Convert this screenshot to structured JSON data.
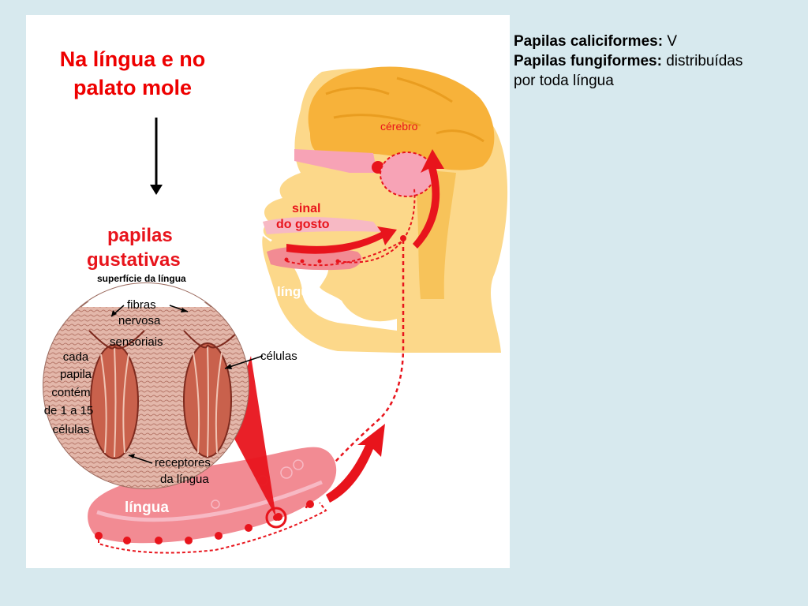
{
  "caption": "Na língua e no palato mole",
  "notes": [
    {
      "term": "Papilas caliciformes:",
      "text": " V"
    },
    {
      "term": "Papilas fungiformes:",
      "text": " distribuídas"
    },
    {
      "term": "",
      "text": "por toda língua"
    }
  ],
  "labels": {
    "cerebro": "cérebro",
    "sinal_line1": "sinal",
    "sinal_line2": "do gosto",
    "lingua_head": "língua",
    "papilas_line1": "papilas",
    "papilas_line2": "gustativas",
    "superficie": "superfície da língua",
    "fibras_line1": "fibras",
    "fibras_line2": "nervosa",
    "fibras_line3": "sensoriais",
    "celulas": "células",
    "cada_line1": "cada",
    "cada_line2": "papila",
    "cada_line3": "contém",
    "cada_line4": "de 1 a 15",
    "cada_line5": "células",
    "receptores_line1": "receptores",
    "receptores_line2": "da língua",
    "lingua_tongue": "língua"
  },
  "colors": {
    "background": "#d7e9ee",
    "caption_red": "#ee0000",
    "head_fill": "#fcd88a",
    "brain_fill": "#f7b23a",
    "tongue_fill": "#f28b93",
    "nerve_red": "#e8141c"
  }
}
